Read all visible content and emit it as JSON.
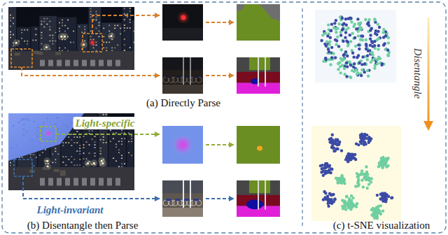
{
  "diagram": {
    "labels": [
      "(a) Directly Parse",
      "Disentangle",
      "Light-specific",
      "Light-invariant",
      "(b) Disentangle then Parse",
      "(c) t-SNE visualization"
    ]
  }
}
